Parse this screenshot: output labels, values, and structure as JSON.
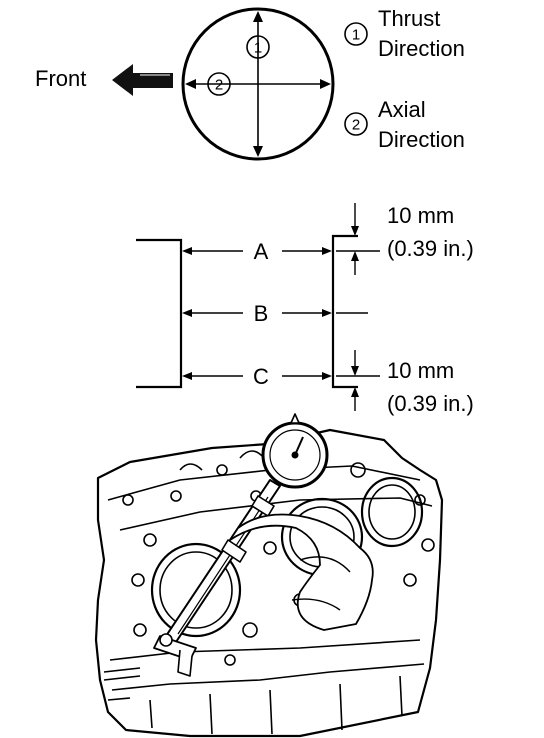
{
  "legend": [
    {
      "marker": "1",
      "line1": "Thrust",
      "line2": "Direction"
    },
    {
      "marker": "2",
      "line1": "Axial",
      "line2": "Direction"
    }
  ],
  "bore_view": {
    "front_label": "Front",
    "marker_thrust": "1",
    "marker_axial": "2"
  },
  "cylinder_section": {
    "positions": [
      "A",
      "B",
      "C"
    ],
    "top_offset": {
      "value": "10 mm",
      "imperial": "(0.39 in.)"
    },
    "bottom_offset": {
      "value": "10 mm",
      "imperial": "(0.39 in.)"
    }
  },
  "colors": {
    "ink": "#000000",
    "paper": "#ffffff",
    "arrow_fill": "#111111"
  }
}
